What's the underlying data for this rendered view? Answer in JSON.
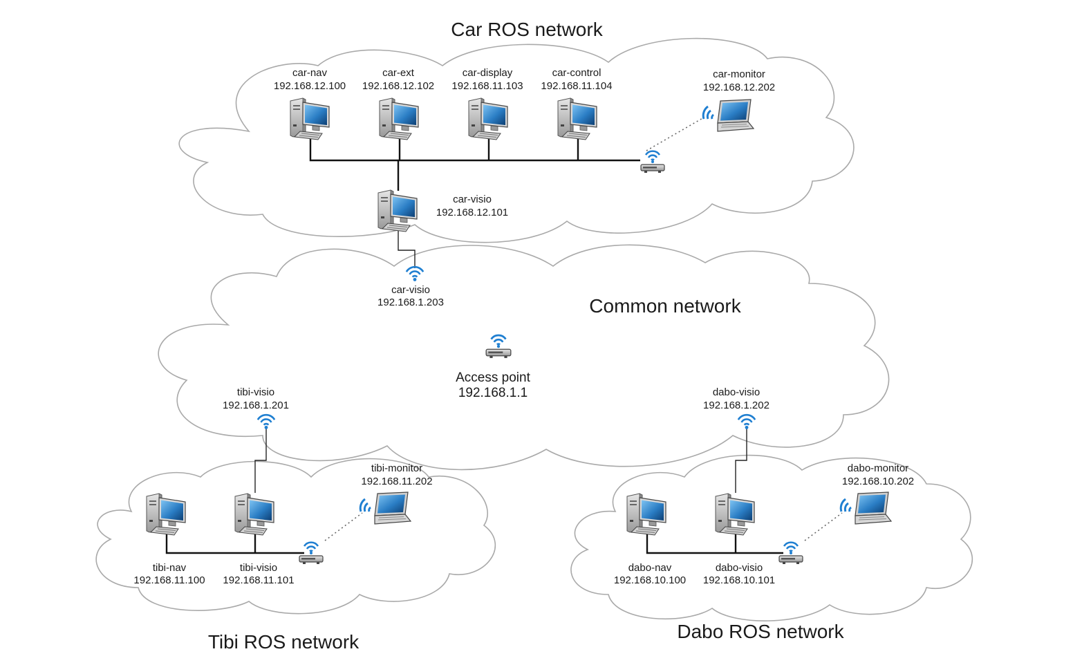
{
  "titles": {
    "car": "Car ROS network",
    "common": "Common network",
    "tibi": "Tibi ROS network",
    "dabo": "Dabo ROS network"
  },
  "car": {
    "nav": {
      "name": "car-nav",
      "ip": "192.168.12.100"
    },
    "ext": {
      "name": "car-ext",
      "ip": "192.168.12.102"
    },
    "display": {
      "name": "car-display",
      "ip": "192.168.11.103"
    },
    "control": {
      "name": "car-control",
      "ip": "192.168.11.104"
    },
    "monitor": {
      "name": "car-monitor",
      "ip": "192.168.12.202"
    },
    "visio": {
      "name": "car-visio",
      "ip": "192.168.12.101"
    },
    "visio_wifi": {
      "name": "car-visio",
      "ip": "192.168.1.203"
    }
  },
  "common": {
    "access_point": {
      "name": "Access point",
      "ip": "192.168.1.1"
    }
  },
  "tibi": {
    "visio_wifi": {
      "name": "tibi-visio",
      "ip": "192.168.1.201"
    },
    "monitor": {
      "name": "tibi-monitor",
      "ip": "192.168.11.202"
    },
    "nav": {
      "name": "tibi-nav",
      "ip": "192.168.11.100"
    },
    "visio": {
      "name": "tibi-visio",
      "ip": "192.168.11.101"
    }
  },
  "dabo": {
    "visio_wifi": {
      "name": "dabo-visio",
      "ip": "192.168.1.202"
    },
    "monitor": {
      "name": "dabo-monitor",
      "ip": "192.168.10.202"
    },
    "nav": {
      "name": "dabo-nav",
      "ip": "192.168.10.100"
    },
    "visio": {
      "name": "dabo-visio",
      "ip": "192.168.10.101"
    }
  },
  "colors": {
    "wifi": "#1f7fd1",
    "screen": "#2a7dc4",
    "cloud_stroke": "#a9a9a9"
  }
}
